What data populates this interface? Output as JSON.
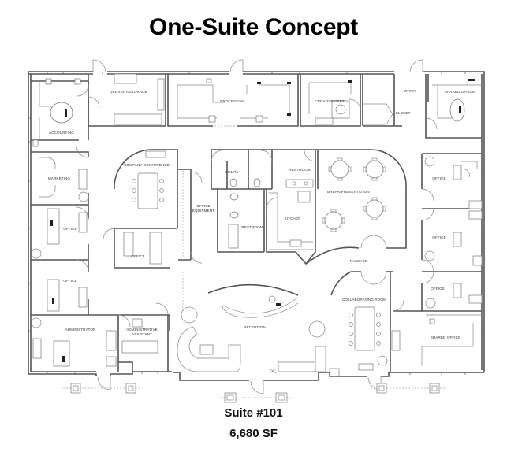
{
  "header": {
    "title": "One-Suite Concept"
  },
  "footer": {
    "suite": "Suite #101",
    "area": "6,680 SF"
  },
  "rooms": {
    "accounting": "ACCOUNTING",
    "delivery_storage": "DELIVERY/STORAGE",
    "processing": "PROCESSING",
    "creative_dept": "CREATIVE DEPT",
    "entry": "ENTRY",
    "closet": "CLOSET",
    "shared_office_top": "SHARED OFFICE",
    "marketing": "MARKETING",
    "office_left_1": "OFFICE",
    "office_left_2": "OFFICE",
    "administrator": "ADMINISTRATOR",
    "administrative_assistant_1": "ADMINISTRATIVE",
    "administrative_assistant_2": "ASSISTANT",
    "company_conference": "COMPANY CONFERENCE",
    "office_center": "OFFICE",
    "office_equipment_1": "OFFICE",
    "office_equipment_2": "EQUIPMENT",
    "utility": "UTILITY",
    "restroom_top": "RESTROOM",
    "restroom_bottom": "RESTROOM",
    "kitchen": "KITCHEN",
    "break_presentation": "BREAK/PRESENTATION",
    "passage": "PASSAGE",
    "reception": "RECEPTION",
    "collaborating_room": "COLLABORATING ROOM",
    "office_right_1": "OFFICE",
    "office_right_2": "OFFICE",
    "office_right_3": "OFFICE",
    "shared_office_bottom": "SHARED OFFICE"
  }
}
